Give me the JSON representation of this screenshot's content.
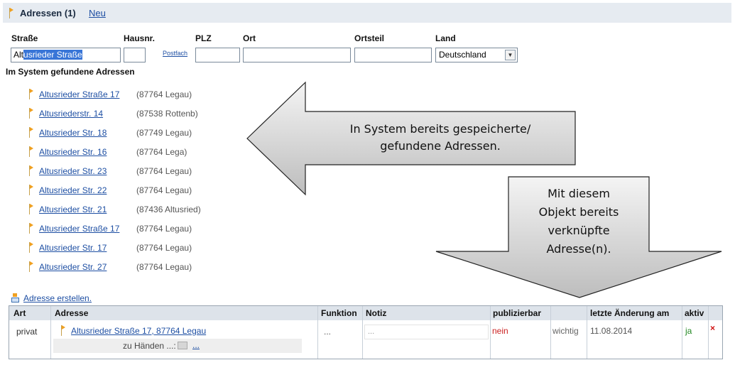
{
  "header": {
    "title": "Adressen (1)",
    "new_link": "Neu"
  },
  "form": {
    "labels": {
      "strasse": "Straße",
      "hausnr": "Hausnr.",
      "plz": "PLZ",
      "ort": "Ort",
      "ortsteil": "Ortsteil",
      "land": "Land"
    },
    "strasse_prefix": "Alt",
    "strasse_selected": "usrieder Straße",
    "postfach_link": "Postfach",
    "land_value": "Deutschland"
  },
  "found": {
    "title": "Im System gefundene Adressen",
    "items": [
      {
        "street": "Altusrieder Straße 17",
        "plz": "(87764 Legau)"
      },
      {
        "street": "Altusriederstr. 14",
        "plz": "(87538 Rottenb)"
      },
      {
        "street": "Altusrieder Str. 18",
        "plz": "(87749 Legau)"
      },
      {
        "street": "Altusrieder Str. 16",
        "plz": "(87764 Lega)"
      },
      {
        "street": "Altusrieder Str. 23",
        "plz": "(87764 Legau)"
      },
      {
        "street": "Altusrieder Str. 22",
        "plz": "(87764 Legau)"
      },
      {
        "street": "Altusrieder Str. 21",
        "plz": "(87436 Altusried)"
      },
      {
        "street": "Altusrieder Straße 17",
        "plz": "(87764 Legau)"
      },
      {
        "street": "Altusrieder Str. 17",
        "plz": "(87764 Legau)"
      },
      {
        "street": "Altusrieder Str. 27",
        "plz": "(87764 Legau)"
      }
    ]
  },
  "callouts": {
    "left_line1": "In System bereits gespeicherte/",
    "left_line2": "gefundene Adressen.",
    "down_line1": "Mit diesem",
    "down_line2": "Objekt bereits",
    "down_line3": "verknüpfte",
    "down_line4": "Adresse(n)."
  },
  "create_link": "Adresse erstellen.",
  "table": {
    "headers": {
      "art": "Art",
      "adresse": "Adresse",
      "funktion": "Funktion",
      "notiz": "Notiz",
      "publizierbar": "publizierbar",
      "aenderung": "letzte Änderung am",
      "aktiv": "aktiv"
    },
    "row": {
      "art": "privat",
      "adresse": "Altusrieder Straße 17, 87764 Legau",
      "funktion": "...",
      "notiz": "...",
      "publizierbar": "nein",
      "wichtig": "wichtig",
      "date": "11.08.2014",
      "aktiv": "ja",
      "delete": "×",
      "zu_haenden": "zu Händen ...:",
      "zu_haenden_link": "..."
    }
  },
  "colors": {
    "link": "#1e4fa3",
    "header_bg": "#e6ebf1",
    "no": "#cc2222",
    "yes": "#228822",
    "delete": "#d01010"
  }
}
